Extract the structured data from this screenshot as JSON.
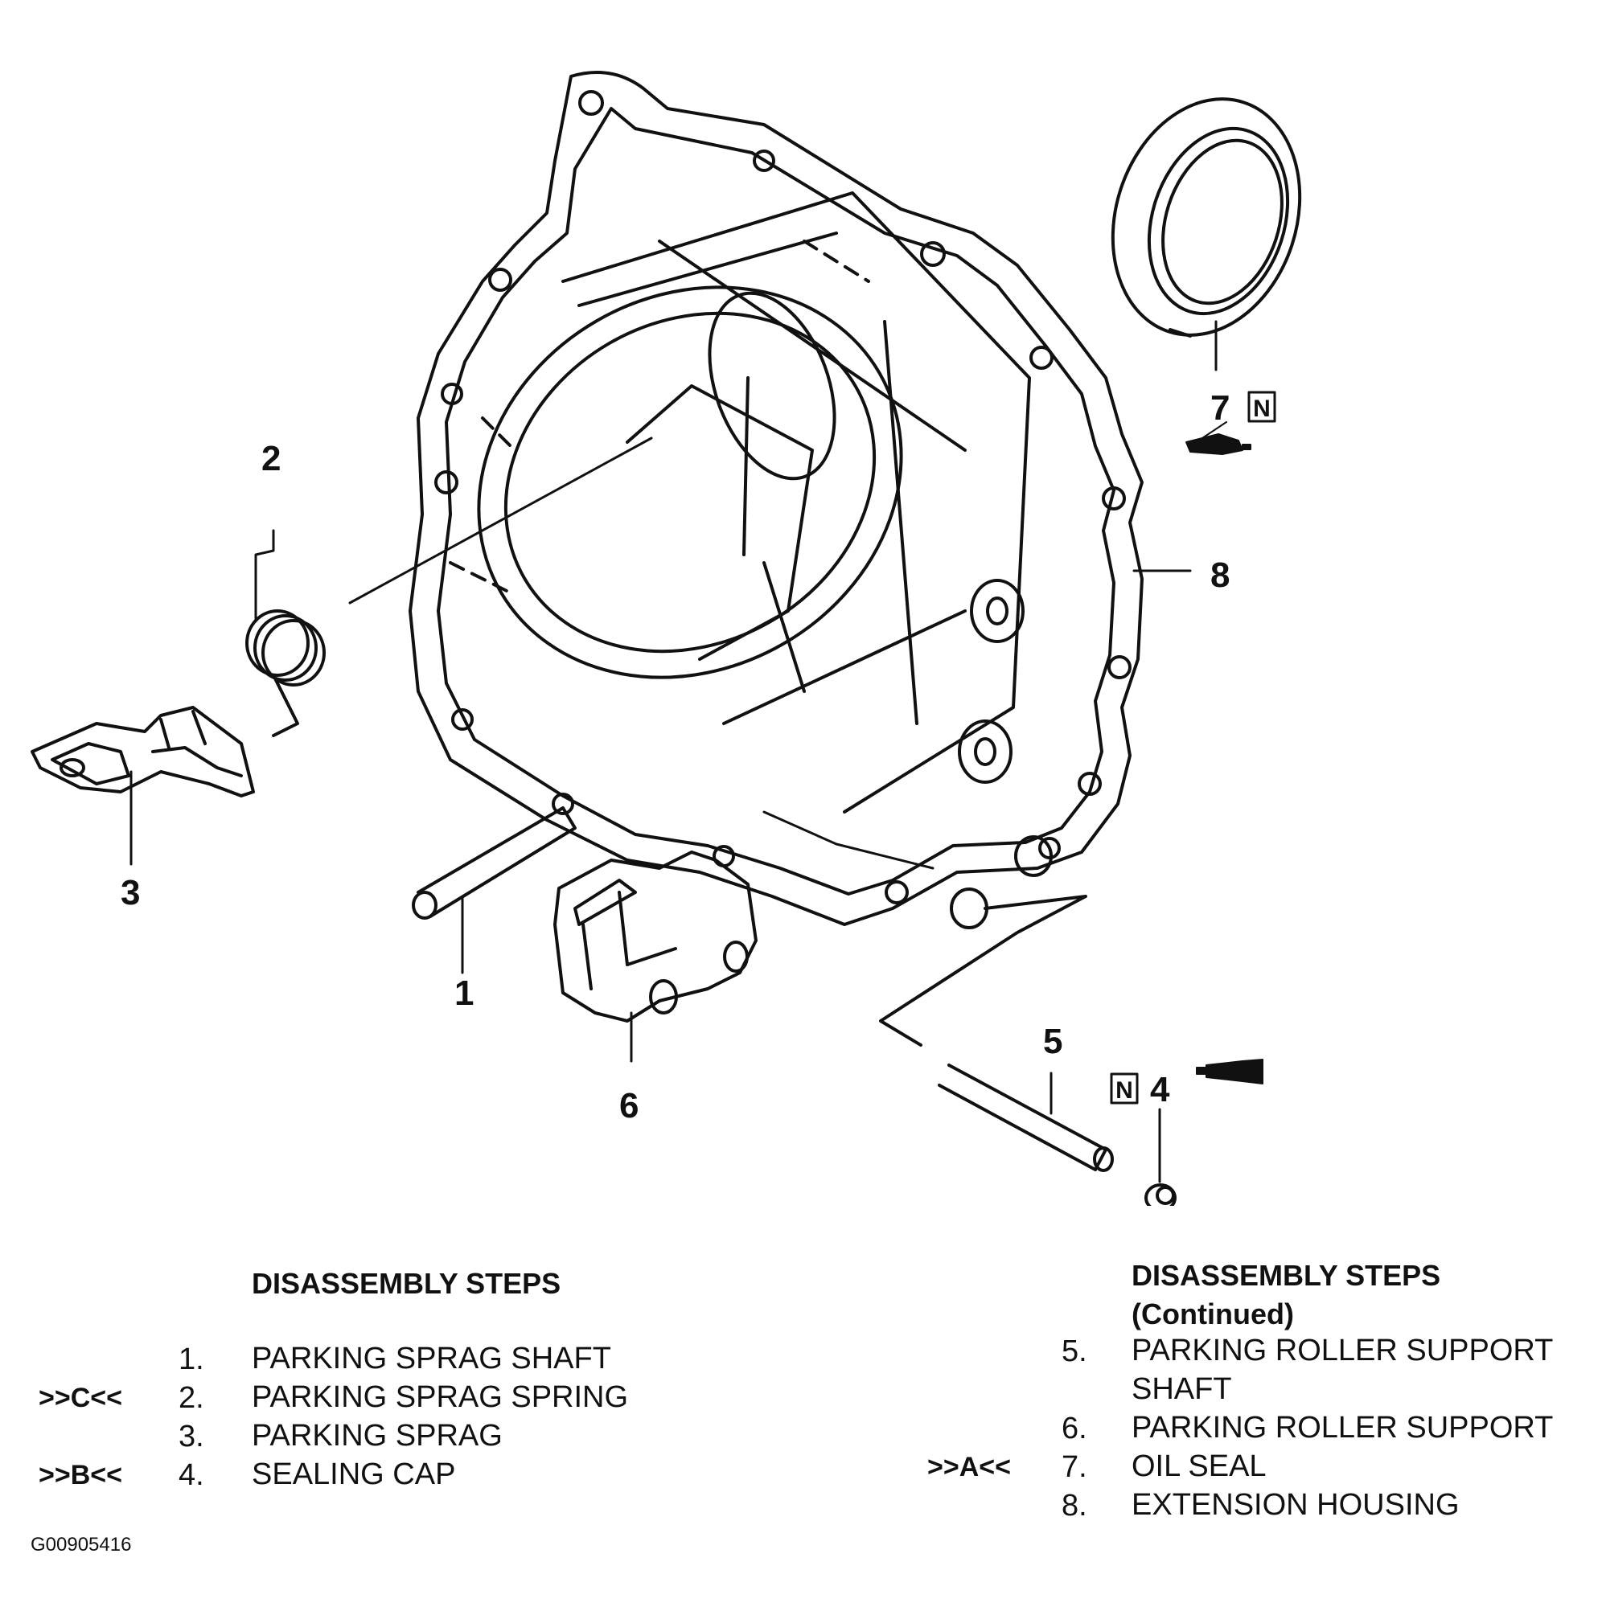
{
  "callouts": {
    "c1": "1",
    "c2": "2",
    "c3": "3",
    "c4": "4",
    "c5": "5",
    "c6": "6",
    "c7": "7",
    "c8": "8"
  },
  "symbols": {
    "new_part": "N"
  },
  "steps_left": {
    "heading": "DISASSEMBLY STEPS",
    "items": [
      {
        "marker": "",
        "num": "1.",
        "label": "PARKING SPRAG SHAFT"
      },
      {
        "marker": ">>C<<",
        "num": "2.",
        "label": "PARKING SPRAG SPRING"
      },
      {
        "marker": "",
        "num": "3.",
        "label": "PARKING SPRAG"
      },
      {
        "marker": ">>B<<",
        "num": "4.",
        "label": "SEALING CAP"
      }
    ]
  },
  "steps_right": {
    "heading": "DISASSEMBLY STEPS",
    "heading_sub": "(Continued)",
    "items": [
      {
        "marker": "",
        "num": "5.",
        "label": "PARKING ROLLER SUPPORT",
        "label2": "SHAFT"
      },
      {
        "marker": "",
        "num": "6.",
        "label": "PARKING ROLLER SUPPORT"
      },
      {
        "marker": ">>A<<",
        "num": "7.",
        "label": "OIL SEAL"
      },
      {
        "marker": "",
        "num": "8.",
        "label": "EXTENSION HOUSING"
      }
    ]
  },
  "image_code": "G00905416"
}
